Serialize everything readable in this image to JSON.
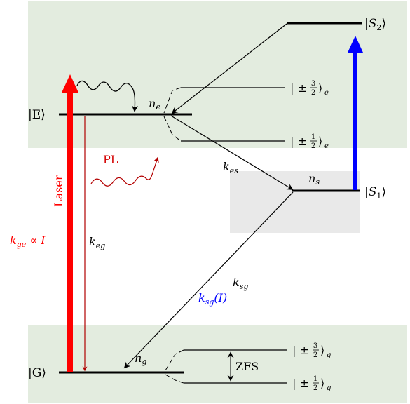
{
  "colors": {
    "band": "#e3ecdf",
    "singlet_box": "#e9e9e9",
    "laser": "#ff0000",
    "pl": "#b30000",
    "k_eg_arrow": "#b00000",
    "blue_pump": "#0000ff",
    "black": "#000000"
  },
  "states": {
    "E": "|E⟩",
    "G": "|G⟩",
    "S1_base": "|S",
    "S1_sub": "1",
    "S2_base": "|S",
    "S2_sub": "2",
    "bracket_close": "⟩"
  },
  "populations": {
    "ne_base": "n",
    "ne_sub": "e",
    "ng_base": "n",
    "ng_sub": "g",
    "ns_base": "n",
    "ns_sub": "s"
  },
  "sublevels": {
    "pm": "| ±",
    "three": "3",
    "one": "1",
    "two": "2",
    "rangle": "⟩",
    "sub_e": "e",
    "sub_g": "g"
  },
  "rates": {
    "k": "k",
    "es": "es",
    "eg": "eg",
    "sg": "sg",
    "ge": "ge",
    "propto_I": " ∝ I",
    "of_I": "(I)"
  },
  "labels": {
    "laser": "Laser",
    "pl": "PL",
    "zfs": "ZFS"
  }
}
